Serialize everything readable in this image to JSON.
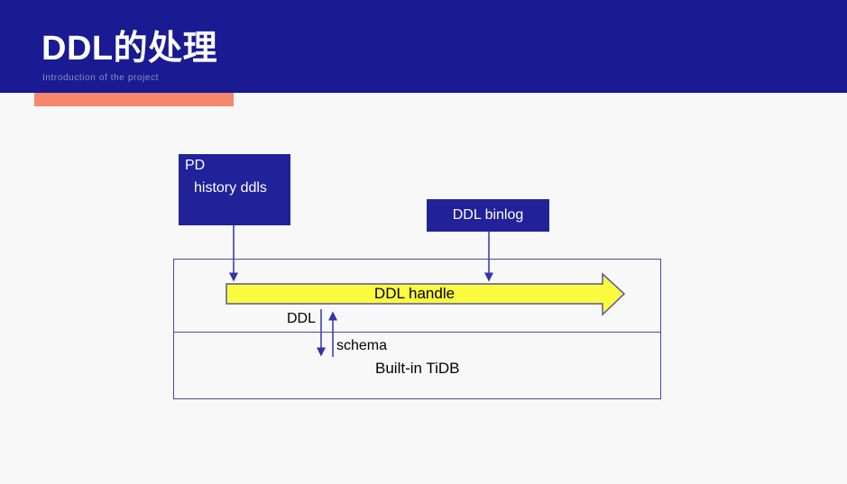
{
  "header": {
    "title": "DDL的处理",
    "subtitle": "Introduction of the project"
  },
  "diagram": {
    "pd_box": {
      "title": "PD",
      "line2": "history ddls"
    },
    "binlog_box": {
      "label": "DDL binlog"
    },
    "handle_arrow": {
      "label": "DDL handle"
    },
    "ddl_label": "DDL",
    "schema_label": "schema",
    "tidb_label": "Built-in TiDB"
  },
  "colors": {
    "header_bg": "#1A1A93",
    "accent_bar": "#F6876C",
    "box_bg": "#21219A",
    "box_text": "#FFFFFF",
    "subtitle_text": "#8F8FC0",
    "connector": "#3434A8",
    "outline": "#4A4AA5",
    "arrow_fill": "#FAFA3E",
    "arrow_stroke": "#55559F",
    "slide_bg": "#F8F8F9",
    "label_text": "#000000"
  }
}
